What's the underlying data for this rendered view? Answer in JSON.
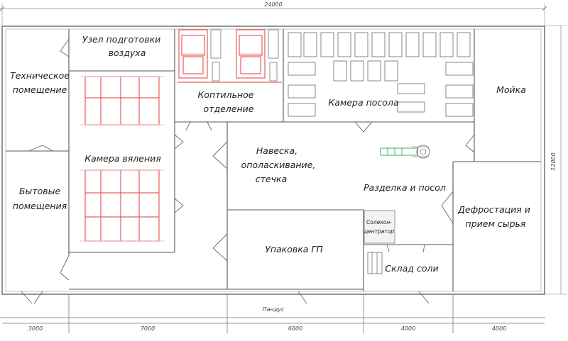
{
  "dimensions": {
    "total_width": "24000",
    "total_height": "12000",
    "segments": [
      "3000",
      "7000",
      "6000",
      "4000",
      "4000"
    ]
  },
  "rooms": {
    "air_prep": {
      "line1": "Узел подготовки",
      "line2": "воздуха"
    },
    "technical": {
      "line1": "Техническое",
      "line2": "помещение"
    },
    "smokehouse": {
      "line1": "Коптильное",
      "line2": "отделение"
    },
    "salting_chamber": "Камера посола",
    "washroom": "Мойка",
    "drying_chamber": "Камера вяления",
    "domestic": {
      "line1": "Бытовые",
      "line2": "помещения"
    },
    "weighing": {
      "line1": "Навеска,",
      "line2": "ополаскивание,",
      "line3": "стечка"
    },
    "cutting_salting": "Разделка и посол",
    "defrost": {
      "line1": "Дефростация и",
      "line2": "прием сырья"
    },
    "brine": {
      "line1": "Солекон-",
      "line2": "центратор"
    },
    "packaging": "Упаковка ГП",
    "salt_storage": "Склад соли",
    "ramp": "Пандус"
  }
}
